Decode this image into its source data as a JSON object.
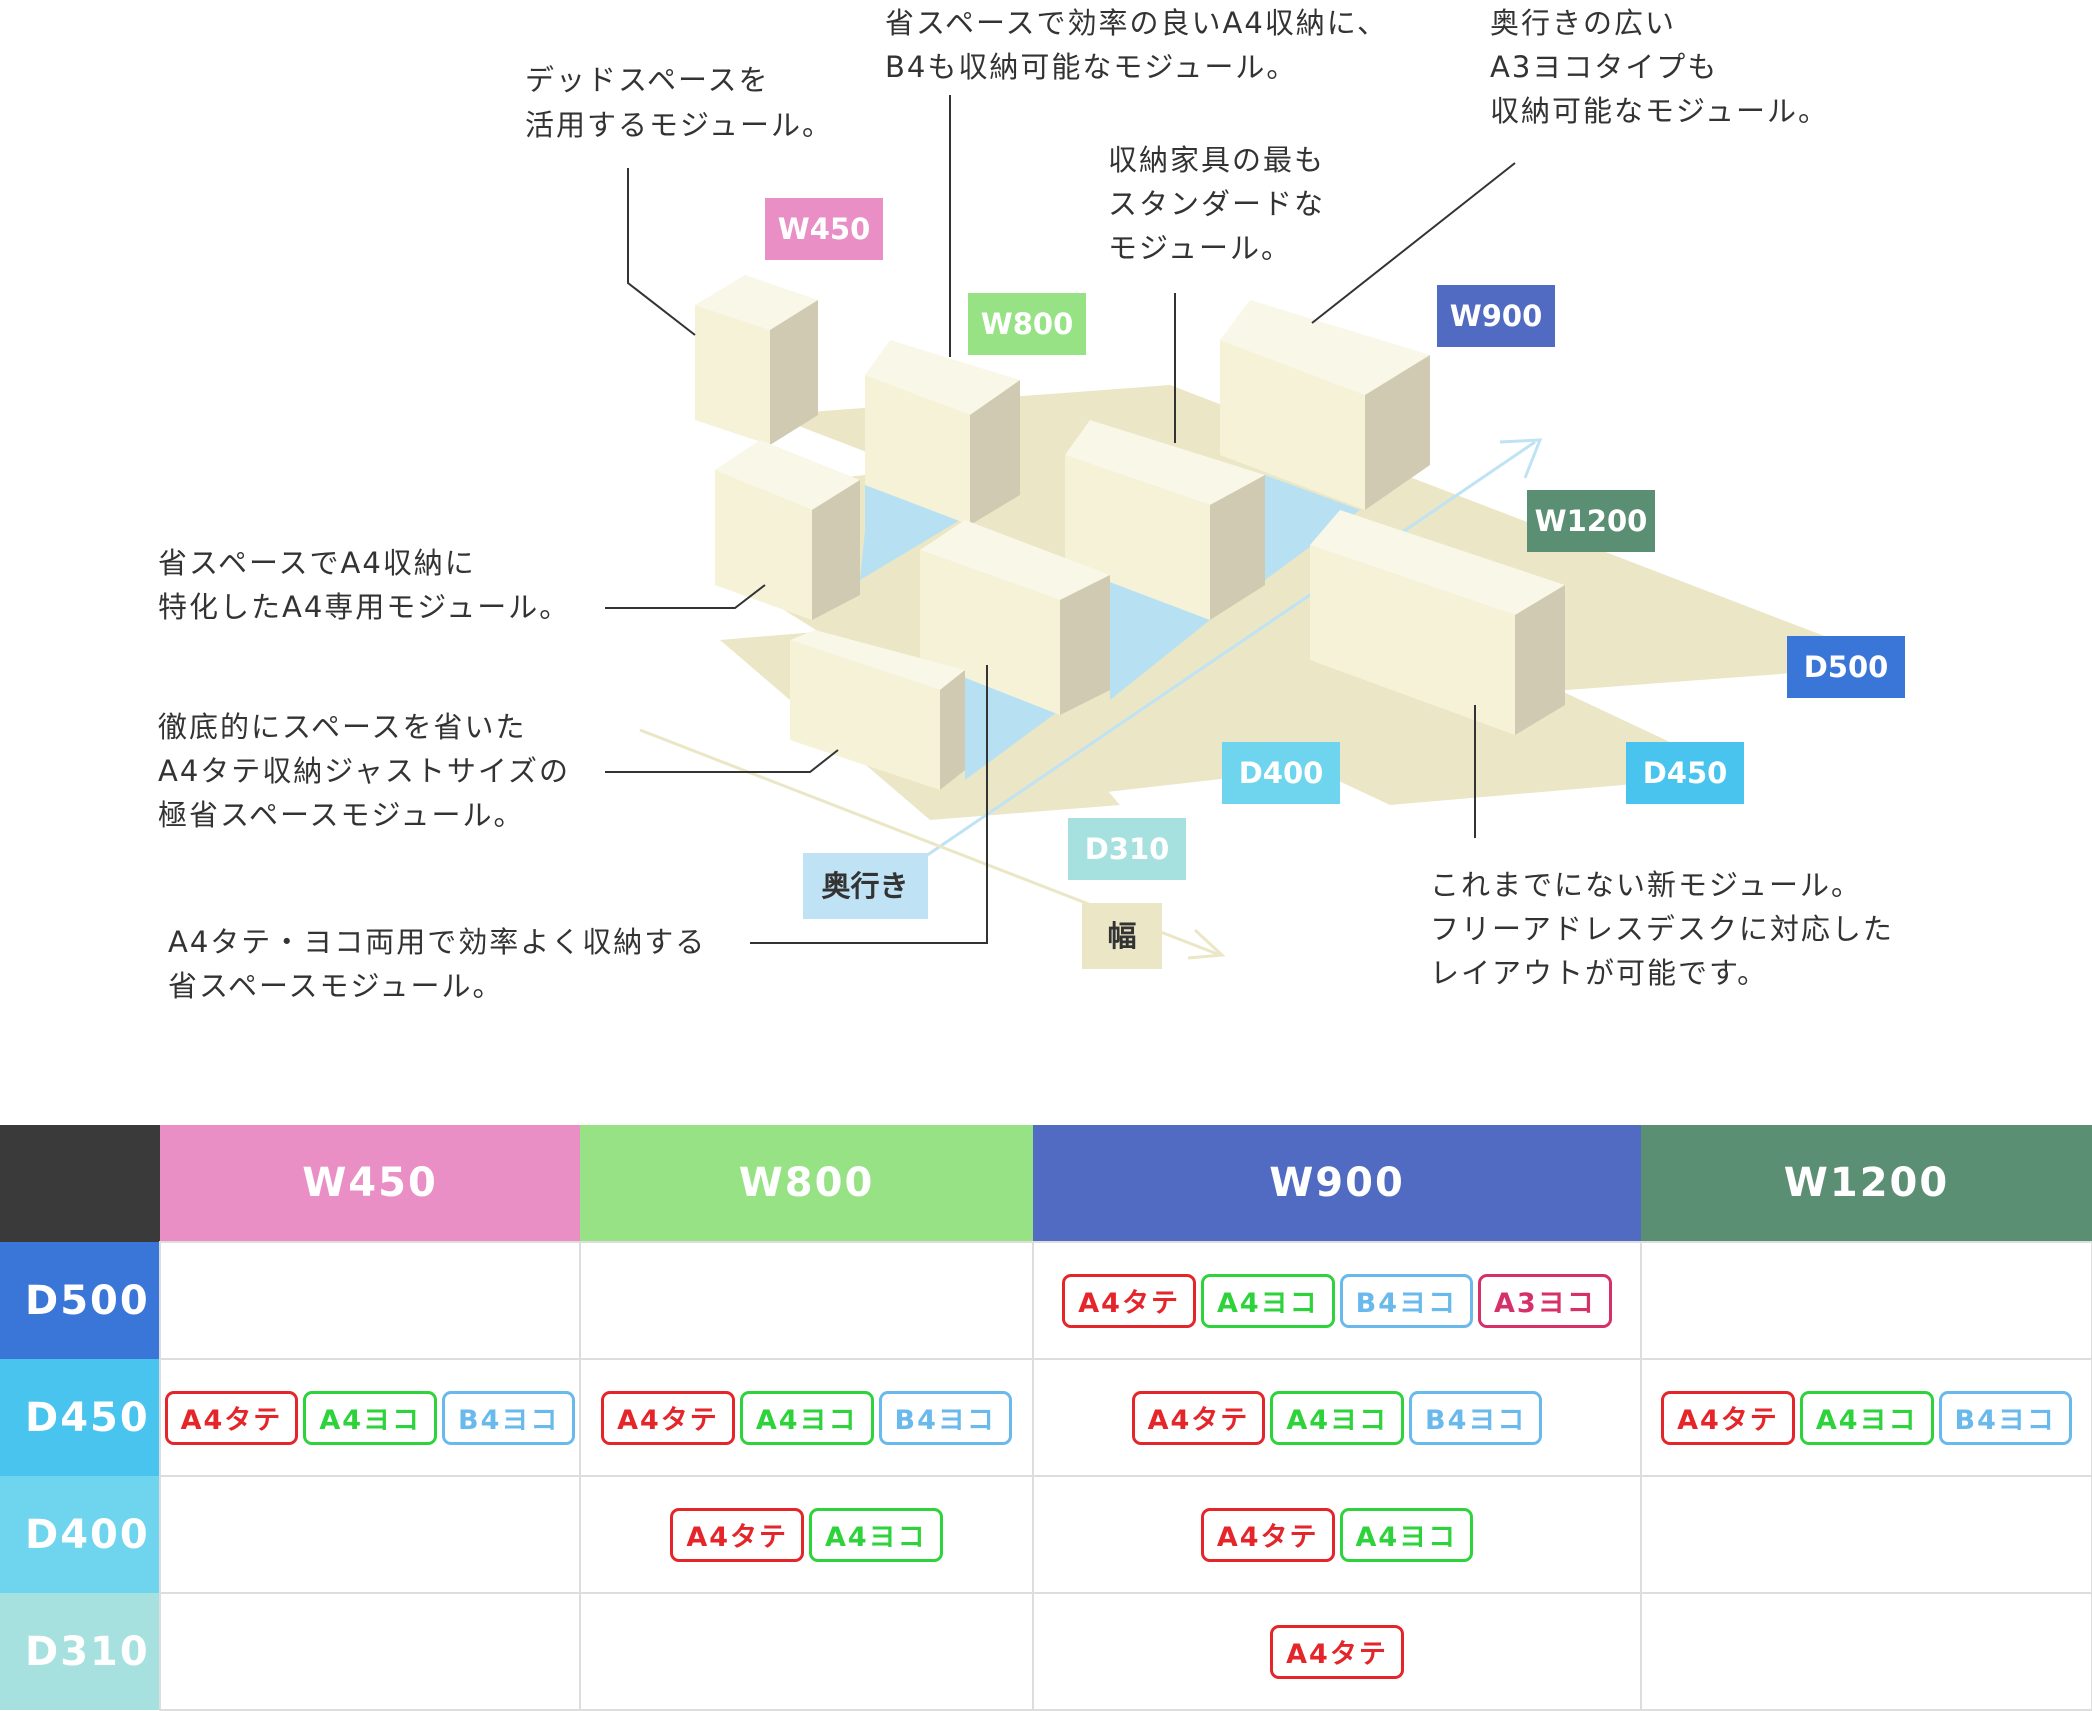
{
  "colors": {
    "w450": "#e98fc5",
    "w800": "#98e286",
    "w900": "#516bc2",
    "w1200": "#5a8f74",
    "d500": "#3a76d8",
    "d450": "#48c4ee",
    "d400": "#6fd5ef",
    "d310": "#a6e1df",
    "corner": "#3a3a3a",
    "a4_tate": "#e4252a",
    "a4_yoko": "#2ed23a",
    "b4_yoko": "#6ab9ec",
    "a3_yoko": "#d6306a"
  },
  "labels": {
    "w450": "W450",
    "w800": "W800",
    "w900": "W900",
    "w1200": "W1200",
    "d500": "D500",
    "d450": "D450",
    "d400": "D400",
    "d310": "D310",
    "okuyuki": "奥行き",
    "haba": "幅"
  },
  "callouts": {
    "dead_space": [
      "デッドスペースを",
      "活用するモジュール。"
    ],
    "a4_b4": [
      "省スペースで効率の良いA4収納に、",
      "B4も収納可能なモジュール。"
    ],
    "standard": [
      "収納家具の最も",
      "スタンダードな",
      "モジュール。"
    ],
    "a3": [
      "奥行きの広い",
      "A3ヨコタイプも",
      "収納可能なモジュール。"
    ],
    "a4_only": [
      "省スペースでA4収納に",
      "特化したA4専用モジュール。"
    ],
    "a4_tate_just": [
      "徹底的にスペースを省いた",
      "A4タテ収納ジャストサイズの",
      "極省スペースモジュール。"
    ],
    "a4_both": [
      "A4タテ・ヨコ両用で効率よく収納する",
      "省スペースモジュール。"
    ],
    "new_module": [
      "これまでにない新モジュール。",
      "フリーアドレスデスクに対応した",
      "レイアウトが可能です。"
    ]
  },
  "table": {
    "corner": "",
    "columns": [
      "W450",
      "W800",
      "W900",
      "W1200"
    ],
    "rows": [
      {
        "label": "D500",
        "cells": [
          [],
          [],
          [
            "A4タテ",
            "A4ヨコ",
            "B4ヨコ",
            "A3ヨコ"
          ],
          []
        ]
      },
      {
        "label": "D450",
        "cells": [
          [
            "A4タテ",
            "A4ヨコ",
            "B4ヨコ"
          ],
          [
            "A4タテ",
            "A4ヨコ",
            "B4ヨコ"
          ],
          [
            "A4タテ",
            "A4ヨコ",
            "B4ヨコ"
          ],
          [
            "A4タテ",
            "A4ヨコ",
            "B4ヨコ"
          ]
        ]
      },
      {
        "label": "D400",
        "cells": [
          [],
          [
            "A4タテ",
            "A4ヨコ"
          ],
          [
            "A4タテ",
            "A4ヨコ"
          ],
          []
        ]
      },
      {
        "label": "D310",
        "cells": [
          [],
          [],
          [
            "A4タテ"
          ],
          []
        ]
      }
    ]
  }
}
